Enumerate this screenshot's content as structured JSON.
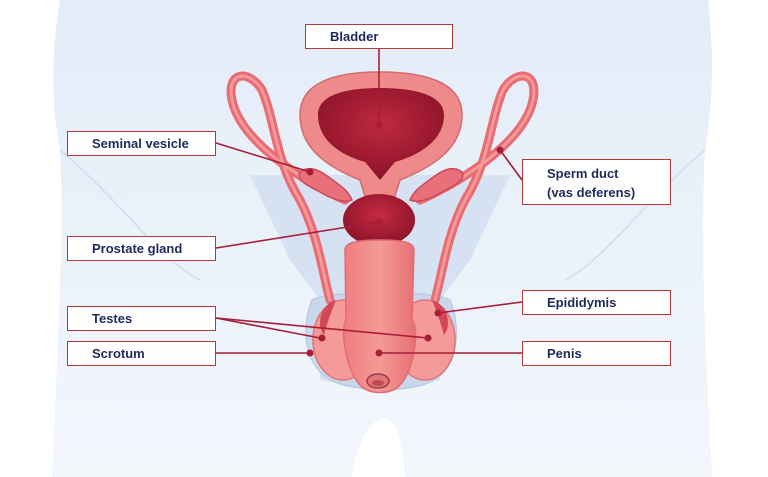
{
  "labels": {
    "bladder": "Bladder",
    "seminal_vesicle": "Seminal vesicle",
    "prostate_gland": "Prostate gland",
    "testes": "Testes",
    "scrotum": "Scrotum",
    "sperm_duct_line1": "Sperm duct",
    "sperm_duct_line2": "(vas deferens)",
    "epididymis": "Epididymis",
    "penis": "Penis"
  },
  "colors": {
    "body_silhouette": "#dde8f5",
    "organ_light": "#f08a8a",
    "organ_mid": "#e06666",
    "organ_dark": "#a81e36",
    "pointer_line": "#a81e36",
    "label_border": "#b03a3a",
    "label_text": "#1f2a5a"
  }
}
